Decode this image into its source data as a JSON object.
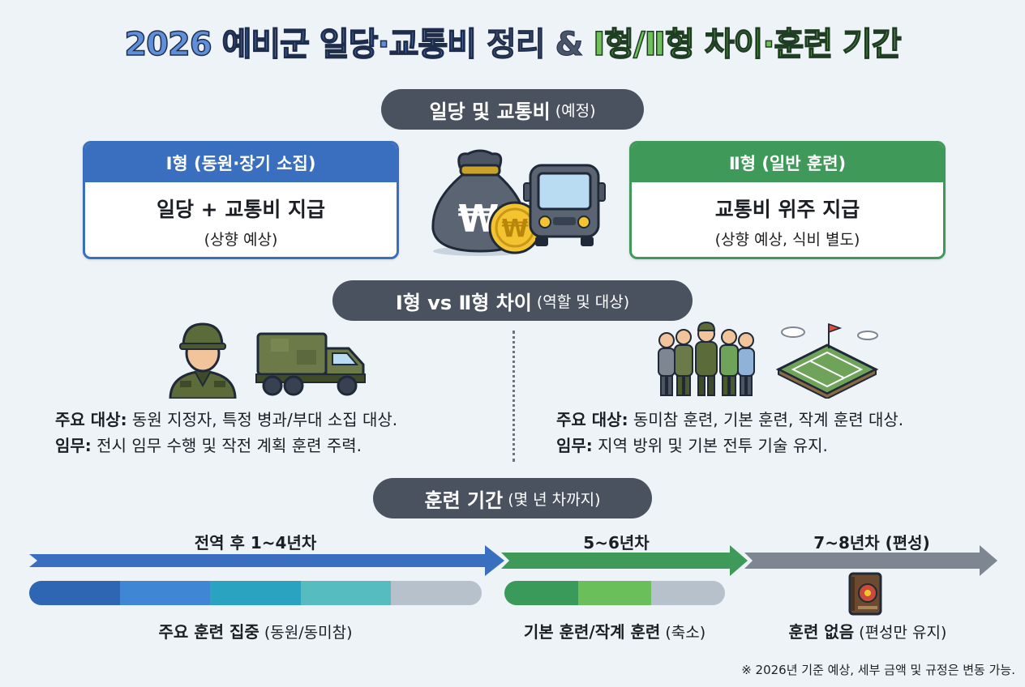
{
  "title": {
    "part1": "2026 예비군 일당·교통비",
    "part2": " 정리 & ",
    "part3": "Ⅰ형/Ⅱ형 차이·훈련 기간"
  },
  "pay_section": {
    "pill_main": "일당 및 교통비",
    "pill_sub": "(예정)",
    "type1": {
      "header": "Ⅰ형 (동원·장기 소집)",
      "main": "일당 + 교통비 지급",
      "note": "(상향 예상)"
    },
    "type2": {
      "header": "Ⅱ형 (일반 훈련)",
      "main": "교통비 위주 지급",
      "note": "(상향 예상, 식비 별도)"
    },
    "currency_symbol": "₩"
  },
  "diff_section": {
    "pill_main": "Ⅰ형 vs Ⅱ형 차이",
    "pill_sub": "(역할 및 대상)",
    "left": {
      "target_label": "주요 대상:",
      "target_text": " 동원 지정자, 특정 병과/부대 소집 대상.",
      "duty_label": "임무:",
      "duty_text": " 전시 임무 수행 및 작전 계획 훈련 주력."
    },
    "right": {
      "target_label": "주요 대상:",
      "target_text": " 동미참 훈련, 기본 훈련, 작계 훈련 대상.",
      "duty_label": "임무:",
      "duty_text": " 지역 방위 및 기본 전투 기술 유지."
    }
  },
  "period_section": {
    "pill_main": "훈련 기간",
    "pill_sub": "(몇 년 차까지)",
    "stage1": {
      "label": "전역 후 1~4년차",
      "bottom_bold": "주요 훈련 집중",
      "bottom_sub": " (동원/동미참)"
    },
    "stage2": {
      "label": "5~6년차",
      "bottom_bold": "기본 훈련/작계 훈련",
      "bottom_sub": " (축소)"
    },
    "stage3": {
      "label": "7~8년차 (편성)",
      "bottom_bold": "훈련 없음",
      "bottom_sub": " (편성만 유지)"
    }
  },
  "footnote": "※ 2026년 기준 예상, 세부 금액 및 규정은 변동 가능.",
  "colors": {
    "blue": "#3a6fc0",
    "green": "#3f9a5a",
    "gray": "#7d8691",
    "pill": "#4a5260"
  },
  "icons": [
    "money-bag-icon",
    "won-coin-icon",
    "bus-icon",
    "soldier-icon",
    "military-truck-icon",
    "soldier-group-icon",
    "training-field-icon",
    "record-book-icon"
  ]
}
